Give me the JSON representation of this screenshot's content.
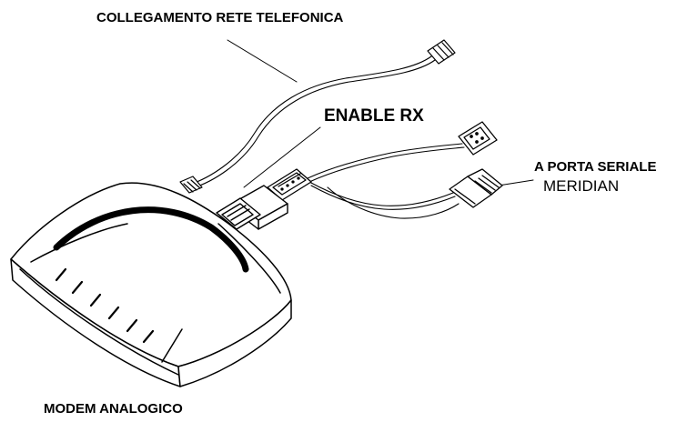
{
  "labels": {
    "phone_line": "COLLEGAMENTO RETE TELEFONICA",
    "enable_rx": "ENABLE RX",
    "serial_port_line1": "A PORTA SERIALE",
    "serial_port_line2": "MERIDIAN",
    "modem": "MODEM ANALOGICO"
  }
}
